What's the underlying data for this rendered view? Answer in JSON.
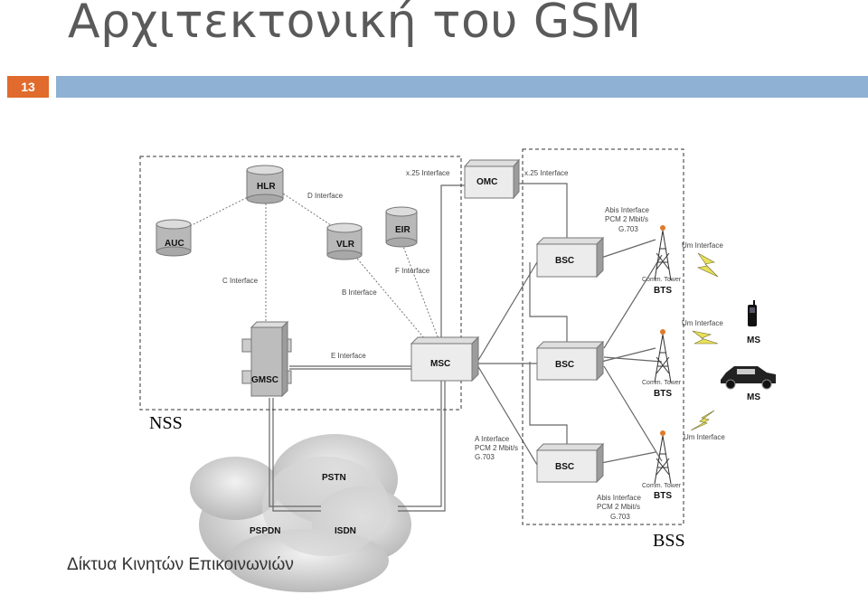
{
  "slide": {
    "title": "Αρχιτεκτονική του GSM",
    "page_number": "13",
    "footer": "Δίκτυα Κινητών Επικοινωνιών"
  },
  "groups": {
    "nss": "NSS",
    "bss": "BSS"
  },
  "nodes": {
    "hlr": "HLR",
    "auc": "AUC",
    "vlr": "VLR",
    "eir": "EIR",
    "gmsc": "GMSC",
    "msc": "MSC",
    "omc": "OMC",
    "bsc1": "BSC",
    "bsc2": "BSC",
    "bsc3": "BSC",
    "bts1": "BTS",
    "bts2": "BTS",
    "bts3": "BTS",
    "ms1": "MS",
    "ms2": "MS",
    "pstn": "PSTN",
    "pspdn": "PSPDN",
    "isdn": "ISDN"
  },
  "interfaces": {
    "x25_left": "x.25 Interface",
    "x25_right": "x.25 Interface",
    "d_interface": "D Interface",
    "c_interface": "C Interface",
    "b_interface": "B Interface",
    "f_interface": "F Interface",
    "e_interface": "E Interface",
    "a_interface": [
      "A Interface",
      "PCM 2 Mbit/s",
      "G.703"
    ],
    "abis_top": [
      "Abis Interface",
      "PCM 2 Mbit/s",
      "G.703"
    ],
    "abis_bottom": [
      "Abis Interface",
      "PCM 2 Mbit/s",
      "G.703"
    ],
    "um1": "Um Interface",
    "um2": "Um Interface",
    "um3": "Um Interface",
    "comm_tower": "Comm. Tower"
  },
  "colors": {
    "title": "#5a5a5a",
    "page_badge": "#e06b2d",
    "rule": "#8fb1d3"
  }
}
